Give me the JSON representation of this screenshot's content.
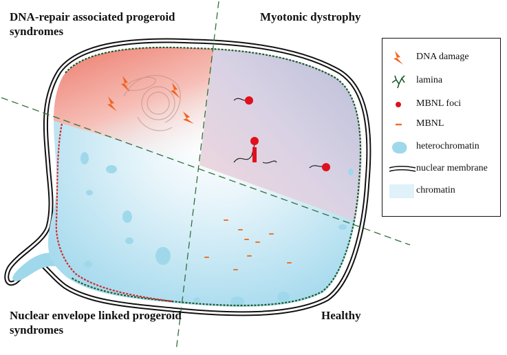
{
  "titles": {
    "dna_repair": "DNA-repair associated progeroid syndromes",
    "myotonic": "Myotonic dystrophy",
    "nuclear_envelope": "Nuclear envelope linked progeroid syndromes",
    "healthy": "Healthy"
  },
  "legend": {
    "items": [
      {
        "icon": "lightning-icon",
        "label": "DNA damage"
      },
      {
        "icon": "lamina-icon",
        "label": "lamina"
      },
      {
        "icon": "red-dot-icon",
        "label": "MBNL foci"
      },
      {
        "icon": "orange-dash-icon",
        "label": "MBNL"
      },
      {
        "icon": "blue-blob-icon",
        "label": "heterochromatin"
      },
      {
        "icon": "double-line-icon",
        "label": "nuclear membrane"
      },
      {
        "icon": "light-blue-square-icon",
        "label": "chromatin"
      }
    ]
  },
  "colors": {
    "chromatin": "#bfe3f2",
    "heterochromatin": "#9fd8ea",
    "dna_damage_region": "#ef8a7c",
    "myotonic_region": "#c9c6dc",
    "lamina": "#1e5a2a",
    "nuclear_envelope_lamina": "#d2292b",
    "mbnl_foci": "#e0101c",
    "mbnl": "#e8742a",
    "lightning": "#f26522",
    "divider": "#2f6e3a"
  }
}
